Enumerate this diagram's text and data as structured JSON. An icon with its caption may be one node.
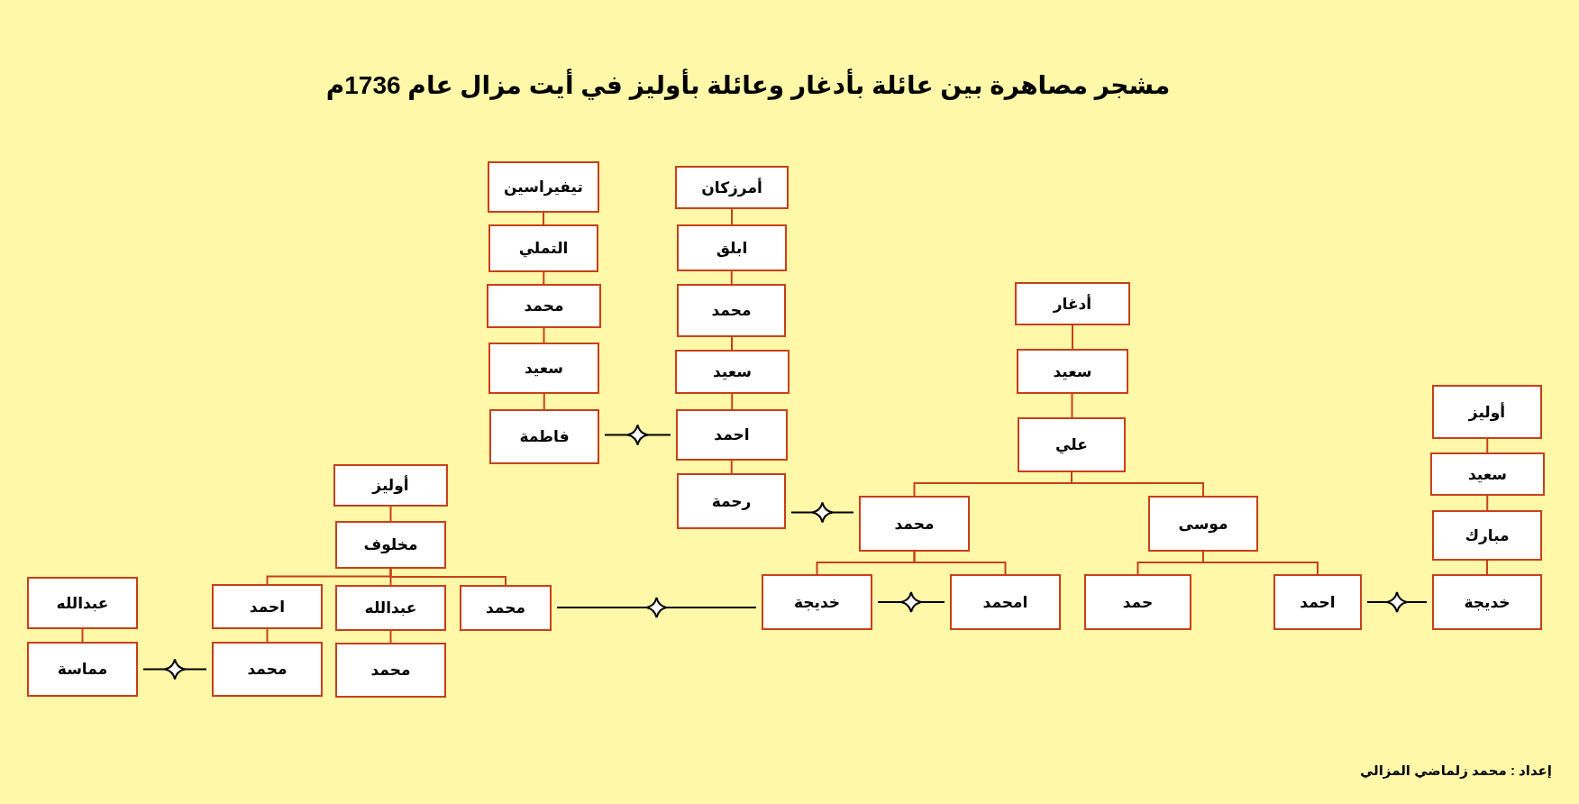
{
  "diagram": {
    "title": "مشجر مصاهرة بين عائلة بأدغار وعائلة بأوليز في أيت مزال عام 1736م",
    "nodes": [
      {
        "text": [
          "تيفيراسين"
        ]
      },
      {
        "text": [
          "التملي"
        ]
      },
      {
        "text": [
          "محمد"
        ]
      },
      {
        "text": [
          "سعيد"
        ]
      },
      {
        "text": [
          "فاطمة"
        ]
      },
      {
        "text": [
          "أمرزكان"
        ]
      },
      {
        "text": [
          "ابلق"
        ]
      },
      {
        "text": [
          "محمد"
        ]
      },
      {
        "text": [
          "سعيد"
        ]
      },
      {
        "text": [
          "احمد"
        ]
      },
      {
        "text": [
          "رحمة"
        ]
      },
      {
        "text": [
          "أدغار"
        ]
      },
      {
        "text": [
          "سعيد"
        ]
      },
      {
        "text": [
          "علي"
        ]
      },
      {
        "text": [
          "محمد"
        ]
      },
      {
        "text": [
          "موسى"
        ]
      },
      {
        "text": [
          "خديجة"
        ]
      },
      {
        "text": [
          "امحمد"
        ]
      },
      {
        "text": [
          "حمد"
        ]
      },
      {
        "text": [
          "احمد"
        ]
      },
      {
        "text": [
          "أوليز"
        ]
      },
      {
        "text": [
          "سعيد"
        ]
      },
      {
        "text": [
          "مبارك"
        ]
      },
      {
        "text": [
          "خديجة"
        ]
      },
      {
        "text": [
          "أوليز"
        ]
      },
      {
        "text": [
          "مخلوف"
        ]
      },
      {
        "text": [
          "عبدالله"
        ]
      },
      {
        "text": [
          "احمد"
        ]
      },
      {
        "text": [
          "عبدالله"
        ]
      },
      {
        "text": [
          "محمد"
        ]
      },
      {
        "text": [
          "مماسة"
        ]
      },
      {
        "text": [
          "محمد"
        ]
      },
      {
        "text": [
          "محمد"
        ]
      }
    ],
    "edges": [
      {
        "from": 0,
        "to": 1,
        "arrow": "none"
      },
      {
        "from": 1,
        "to": 2,
        "arrow": "none"
      },
      {
        "from": 2,
        "to": 3,
        "arrow": "none"
      },
      {
        "from": 3,
        "to": 4,
        "arrow": "none"
      },
      {
        "from": 5,
        "to": 6,
        "arrow": "none"
      },
      {
        "from": 6,
        "to": 7,
        "arrow": "none"
      },
      {
        "from": 7,
        "to": 8,
        "arrow": "none"
      },
      {
        "from": 8,
        "to": 9,
        "arrow": "none"
      },
      {
        "from": 9,
        "to": 10,
        "arrow": "none"
      },
      {
        "from": 11,
        "to": 12,
        "arrow": "none"
      },
      {
        "from": 12,
        "to": 13,
        "arrow": "none"
      },
      {
        "from": 13,
        "to": 14,
        "arrow": "none"
      },
      {
        "from": 13,
        "to": 15,
        "arrow": "none"
      },
      {
        "from": 14,
        "to": 16,
        "arrow": "none"
      },
      {
        "from": 14,
        "to": 17,
        "arrow": "none"
      },
      {
        "from": 15,
        "to": 18,
        "arrow": "none"
      },
      {
        "from": 15,
        "to": 19,
        "arrow": "none"
      },
      {
        "from": 20,
        "to": 21,
        "arrow": "none"
      },
      {
        "from": 21,
        "to": 22,
        "arrow": "none"
      },
      {
        "from": 22,
        "to": 23,
        "arrow": "none"
      },
      {
        "from": 24,
        "to": 25,
        "arrow": "none"
      },
      {
        "from": 25,
        "to": 27,
        "arrow": "none"
      },
      {
        "from": 25,
        "to": 28,
        "arrow": "none"
      },
      {
        "from": 25,
        "to": 29,
        "arrow": "none"
      },
      {
        "from": 27,
        "to": 31,
        "arrow": "none"
      },
      {
        "from": 28,
        "to": 32,
        "arrow": "none"
      },
      {
        "from": 26,
        "to": 30,
        "arrow": "none"
      },
      {
        "from": 4,
        "to": 9,
        "arrow": "none",
        "color": "#000000"
      },
      {
        "from": 10,
        "to": 14,
        "arrow": "none",
        "color": "#000000"
      },
      {
        "from": 29,
        "to": 16,
        "arrow": "none",
        "color": "#000000"
      },
      {
        "from": 16,
        "to": 17,
        "arrow": "none",
        "color": "#000000"
      },
      {
        "from": 19,
        "to": 23,
        "arrow": "none",
        "color": "#000000"
      },
      {
        "from": 30,
        "to": 31,
        "arrow": "none",
        "color": "#000000"
      }
    ],
    "labels": [
      "إعداد : محمد زلماضي المزالي"
    ]
  }
}
